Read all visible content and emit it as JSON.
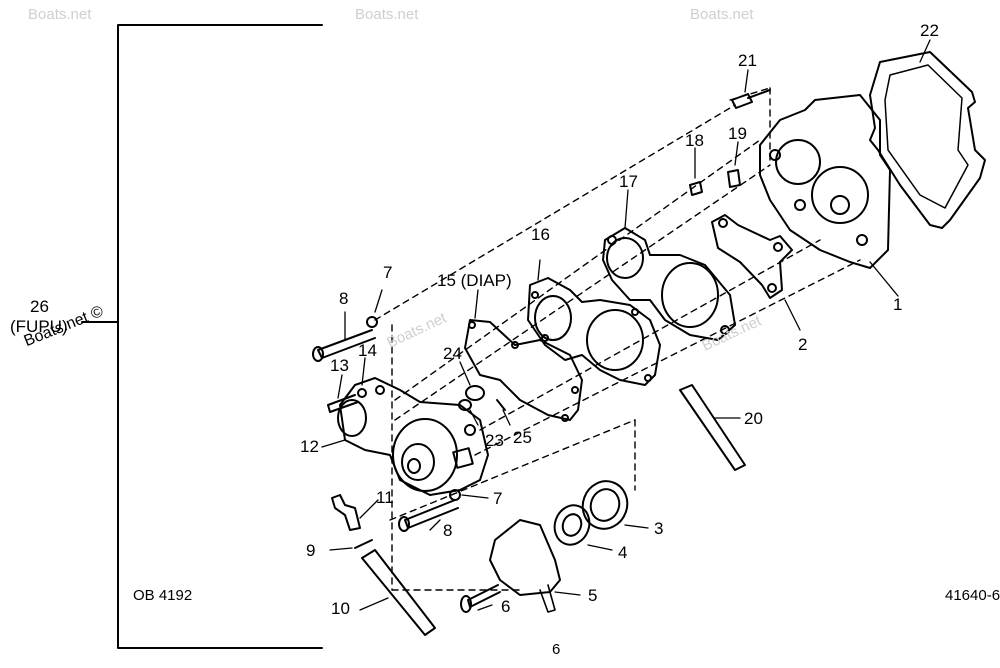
{
  "watermark_text": "Boats.net",
  "copyright_watermark": "Boats.net ©",
  "callouts": {
    "c1": "1",
    "c2": "2",
    "c3": "3",
    "c4": "4",
    "c5": "5",
    "c6": "6",
    "c7a": "7",
    "c7b": "7",
    "c8a": "8",
    "c8b": "8",
    "c9": "9",
    "c10": "10",
    "c11": "11",
    "c12": "12",
    "c13": "13",
    "c14": "14",
    "c15": "15 (DIAP)",
    "c16": "16",
    "c17": "17",
    "c18": "18",
    "c19": "19",
    "c20": "20",
    "c21": "21",
    "c22": "22",
    "c23": "23",
    "c24": "24",
    "c25": "25",
    "c26": "26",
    "c26_sub": "(FUPU)"
  },
  "ref_code_left": "OB 4192",
  "ref_code_right": "41640-6",
  "page_number": "6"
}
